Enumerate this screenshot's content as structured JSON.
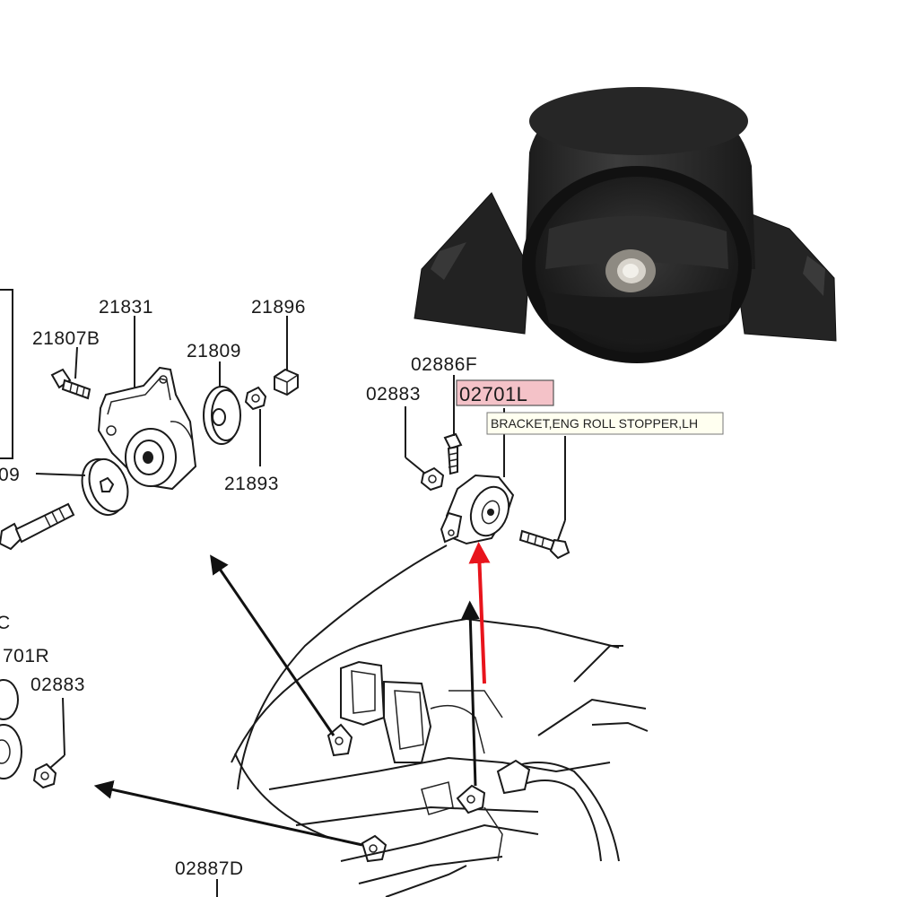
{
  "labels": {
    "p21831": "21831",
    "p21896": "21896",
    "p21807B": "21807B",
    "p21809": "21809",
    "p21893": "21893",
    "p09": "09",
    "p02886F": "02886F",
    "p02883_right": "02883",
    "p02701L": "02701L",
    "p02883_left": "02883",
    "p701R": "701R",
    "pC": "C",
    "p02887D": "02887D"
  },
  "tooltip": {
    "text": "BRACKET,ENG ROLL STOPPER,LH"
  },
  "colors": {
    "highlight_fill": "#f4c2c8",
    "highlight_stroke": "#555555",
    "tooltip_fill": "#fffff0",
    "arrow_red": "#e8141c",
    "arrow_black": "#111111",
    "rubber_dark": "#2a2a2a"
  }
}
